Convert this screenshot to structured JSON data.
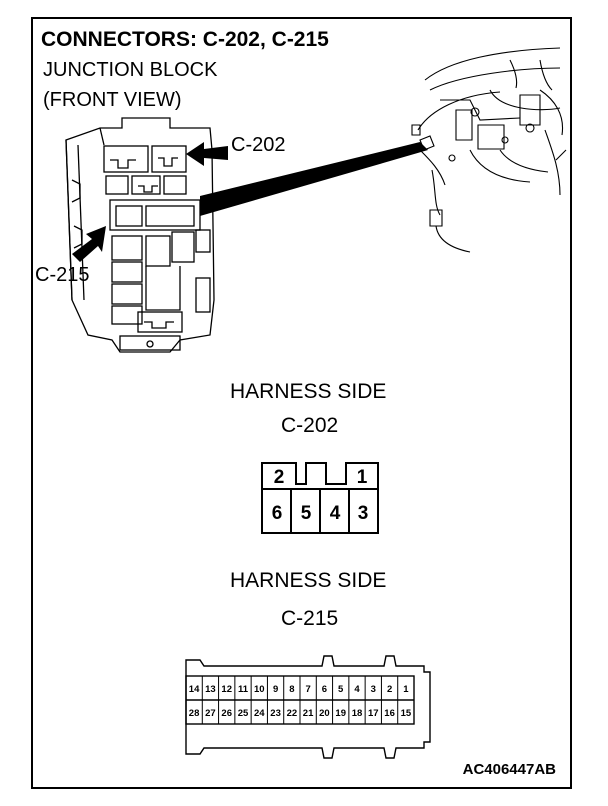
{
  "title": "CONNECTORS: C-202, C-215",
  "subtitle_line1": "JUNCTION BLOCK",
  "subtitle_line2": "(FRONT VIEW)",
  "callouts": {
    "c202": "C-202",
    "c215": "C-215"
  },
  "section1": {
    "heading": "HARNESS SIDE",
    "connector": "C-202",
    "pins_top": [
      "2",
      "1"
    ],
    "pins_bottom": [
      "6",
      "5",
      "4",
      "3"
    ]
  },
  "section2": {
    "heading": "HARNESS SIDE",
    "connector": "C-215",
    "row1": [
      "14",
      "13",
      "12",
      "11",
      "10",
      "9",
      "8",
      "7",
      "6",
      "5",
      "4",
      "3",
      "2",
      "1"
    ],
    "row2": [
      "28",
      "27",
      "26",
      "25",
      "24",
      "23",
      "22",
      "21",
      "20",
      "19",
      "18",
      "17",
      "16",
      "15"
    ]
  },
  "figure_code": "AC406447AB"
}
